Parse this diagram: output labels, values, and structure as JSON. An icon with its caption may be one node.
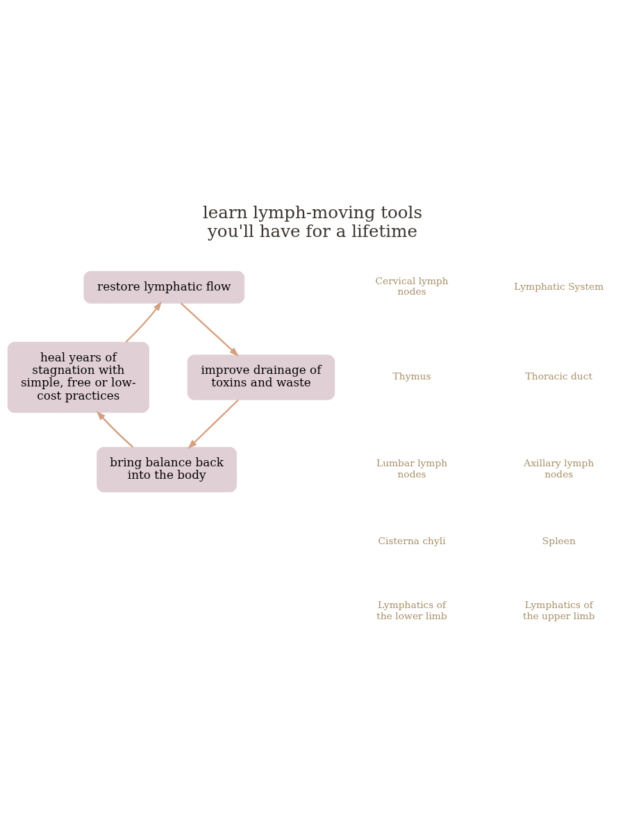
{
  "diagram": {
    "title": "learn lymph-moving tools you'll have for a lifetime",
    "nodes": [
      {
        "text": [
          "restore lymphatic flow"
        ]
      },
      {
        "text": [
          "heal years of stagnation with simple, free or low-cost practices"
        ]
      },
      {
        "text": [
          "improve drainage of toxins and waste"
        ]
      },
      {
        "text": [
          "bring balance back into the body"
        ]
      }
    ],
    "edges": [
      {
        "from": 0,
        "to": 2,
        "arrow": "to"
      },
      {
        "from": 2,
        "to": 3,
        "arrow": "to"
      },
      {
        "from": 3,
        "to": 1,
        "arrow": "to"
      },
      {
        "from": 1,
        "to": 0,
        "arrow": "to"
      }
    ],
    "labels": [
      "Lymphatic System",
      "Cervical lymph nodes",
      "Thoracic duct",
      "Thymus",
      "Axillary lymph nodes",
      "Lumbar lymph nodes",
      "Spleen",
      "Cisterna chyli",
      "Lymphatics of the upper limb",
      "Lymphatics of the lower limb"
    ]
  }
}
